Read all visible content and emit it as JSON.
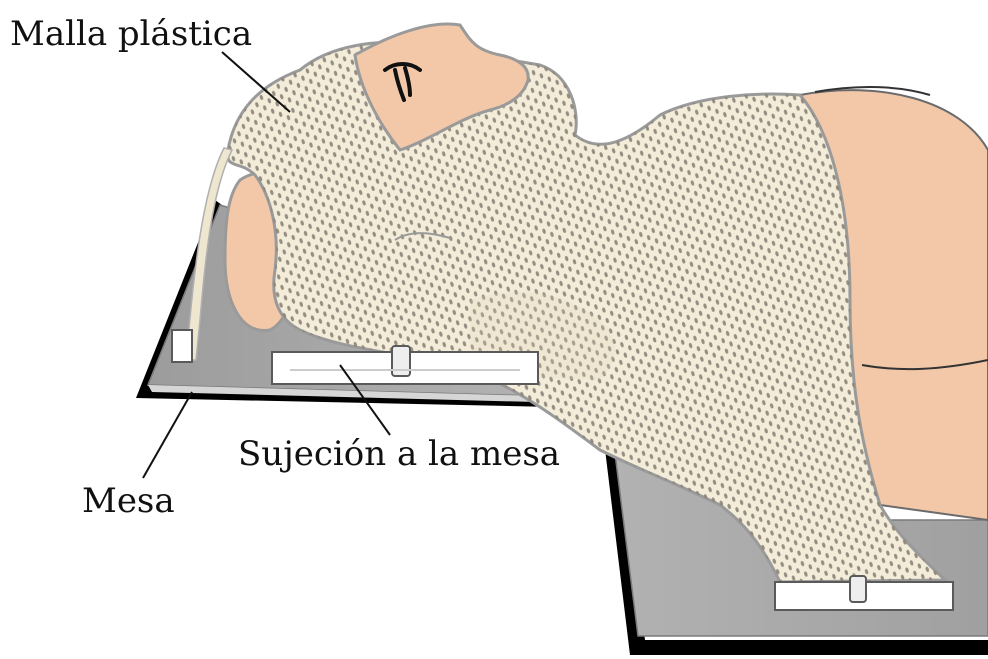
{
  "labels": {
    "mesh": "Malla plástica",
    "fixation": "Sujeción a la mesa",
    "table": "Mesa"
  },
  "colors": {
    "skin": "#f2c8a8",
    "mesh": "#f3ecd9",
    "mesh_outline": "#9a9a9a",
    "mesh_holes": "#8c8478",
    "table": "#a9a9a9",
    "table_edge": "#000000",
    "clip": "#ffffff"
  }
}
